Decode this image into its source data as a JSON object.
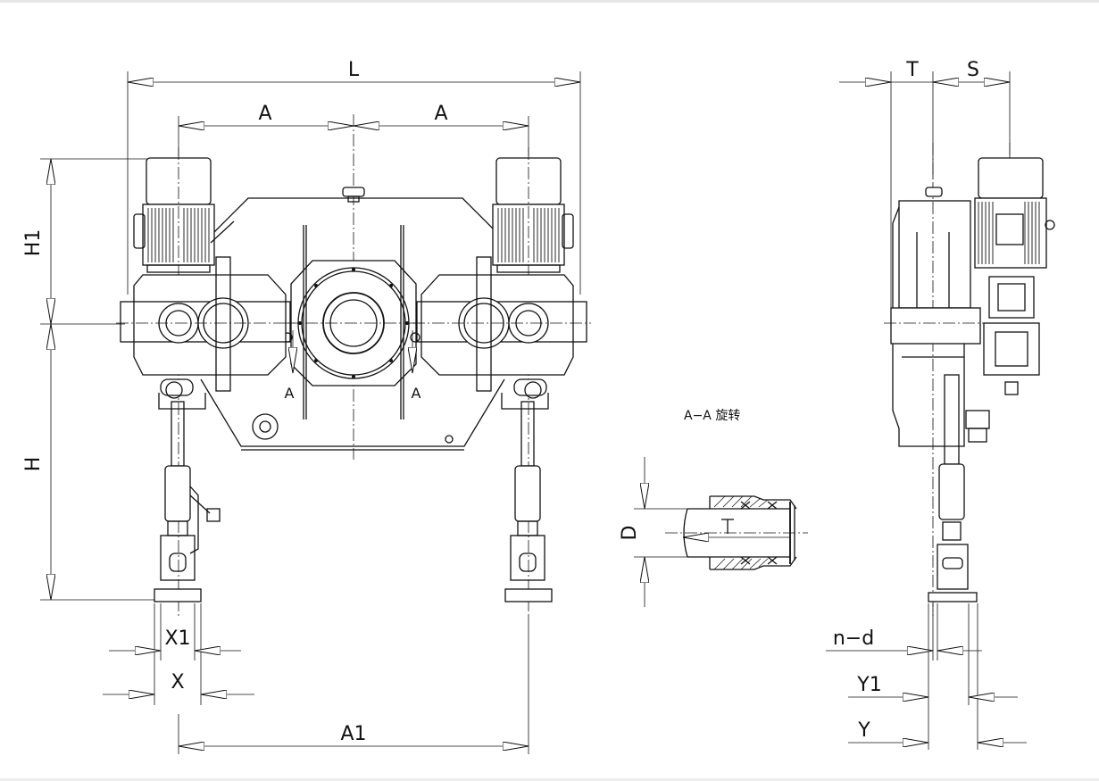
{
  "dimensions": {
    "L": "L",
    "A_left": "A",
    "A_right": "A",
    "H1": "H1",
    "H": "H",
    "X1": "X1",
    "X": "X",
    "A1": "A1",
    "T": "T",
    "S": "S",
    "D": "D",
    "nd": "n−d",
    "Y1": "Y1",
    "Y": "Y"
  },
  "section": {
    "title": "A−A 旋转",
    "marker_left": "A",
    "marker_right": "A"
  },
  "colors": {
    "line": "#111111",
    "background": "#ffffff"
  }
}
